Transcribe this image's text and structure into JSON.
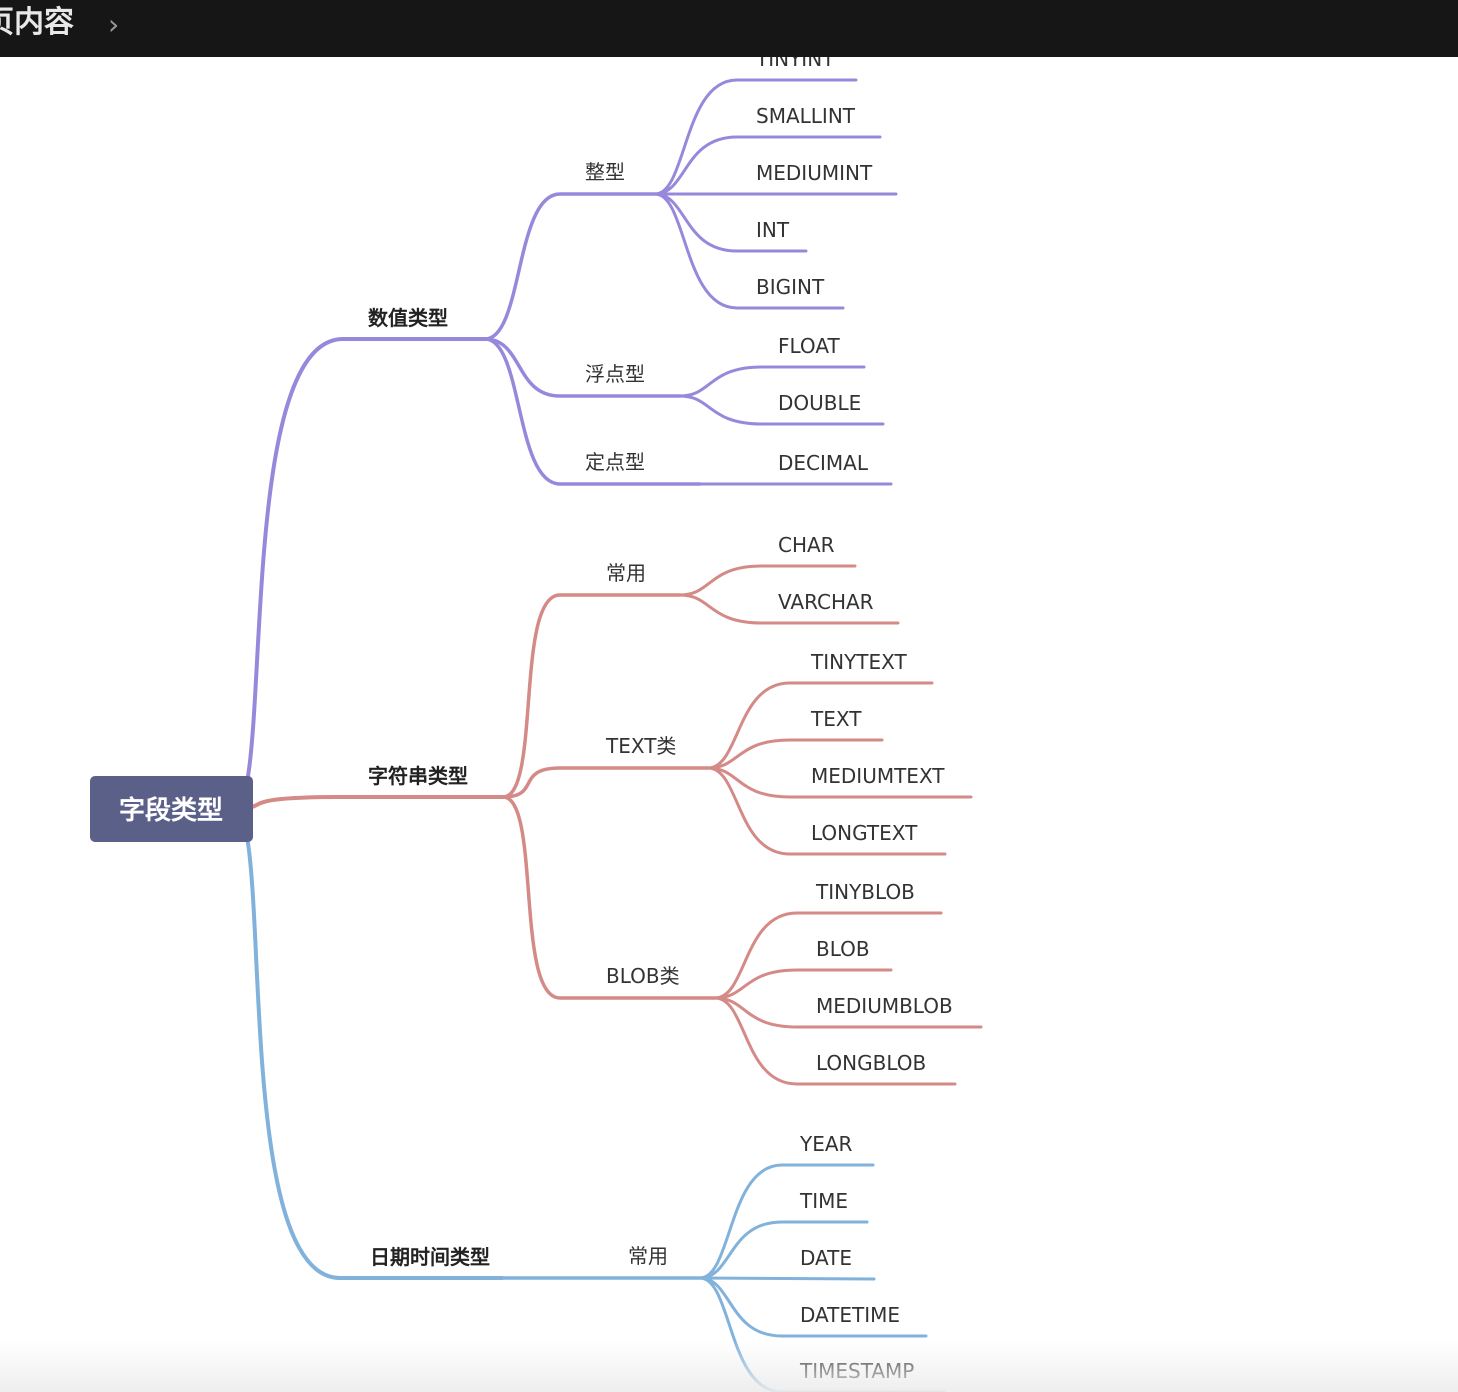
{
  "header": {
    "title": "页内容",
    "chevron": "›"
  },
  "root": {
    "label": "字段类型",
    "color": "#5b6088",
    "text_color": "#ffffff"
  },
  "branches": [
    {
      "label": "数值类型",
      "color": "#9888dc",
      "children": [
        {
          "label": "整型",
          "leaves": [
            "TINYINT",
            "SMALLINT",
            "MEDIUMINT",
            "INT",
            "BIGINT"
          ]
        },
        {
          "label": "浮点型",
          "leaves": [
            "FLOAT",
            "DOUBLE"
          ]
        },
        {
          "label": "定点型",
          "leaves": [
            "DECIMAL"
          ]
        }
      ]
    },
    {
      "label": "字符串类型",
      "color": "#d48a86",
      "children": [
        {
          "label": "常用",
          "leaves": [
            "CHAR",
            "VARCHAR"
          ]
        },
        {
          "label": "TEXT类",
          "leaves": [
            "TINYTEXT",
            "TEXT",
            "MEDIUMTEXT",
            "LONGTEXT"
          ]
        },
        {
          "label": "BLOB类",
          "leaves": [
            "TINYBLOB",
            "BLOB",
            "MEDIUMBLOB",
            "LONGBLOB"
          ]
        }
      ]
    },
    {
      "label": "日期时间类型",
      "color": "#80b2dc",
      "children": [
        {
          "label": "常用",
          "leaves": [
            "YEAR",
            "TIME",
            "DATE",
            "DATETIME",
            "TIMESTAMP"
          ]
        }
      ]
    }
  ]
}
